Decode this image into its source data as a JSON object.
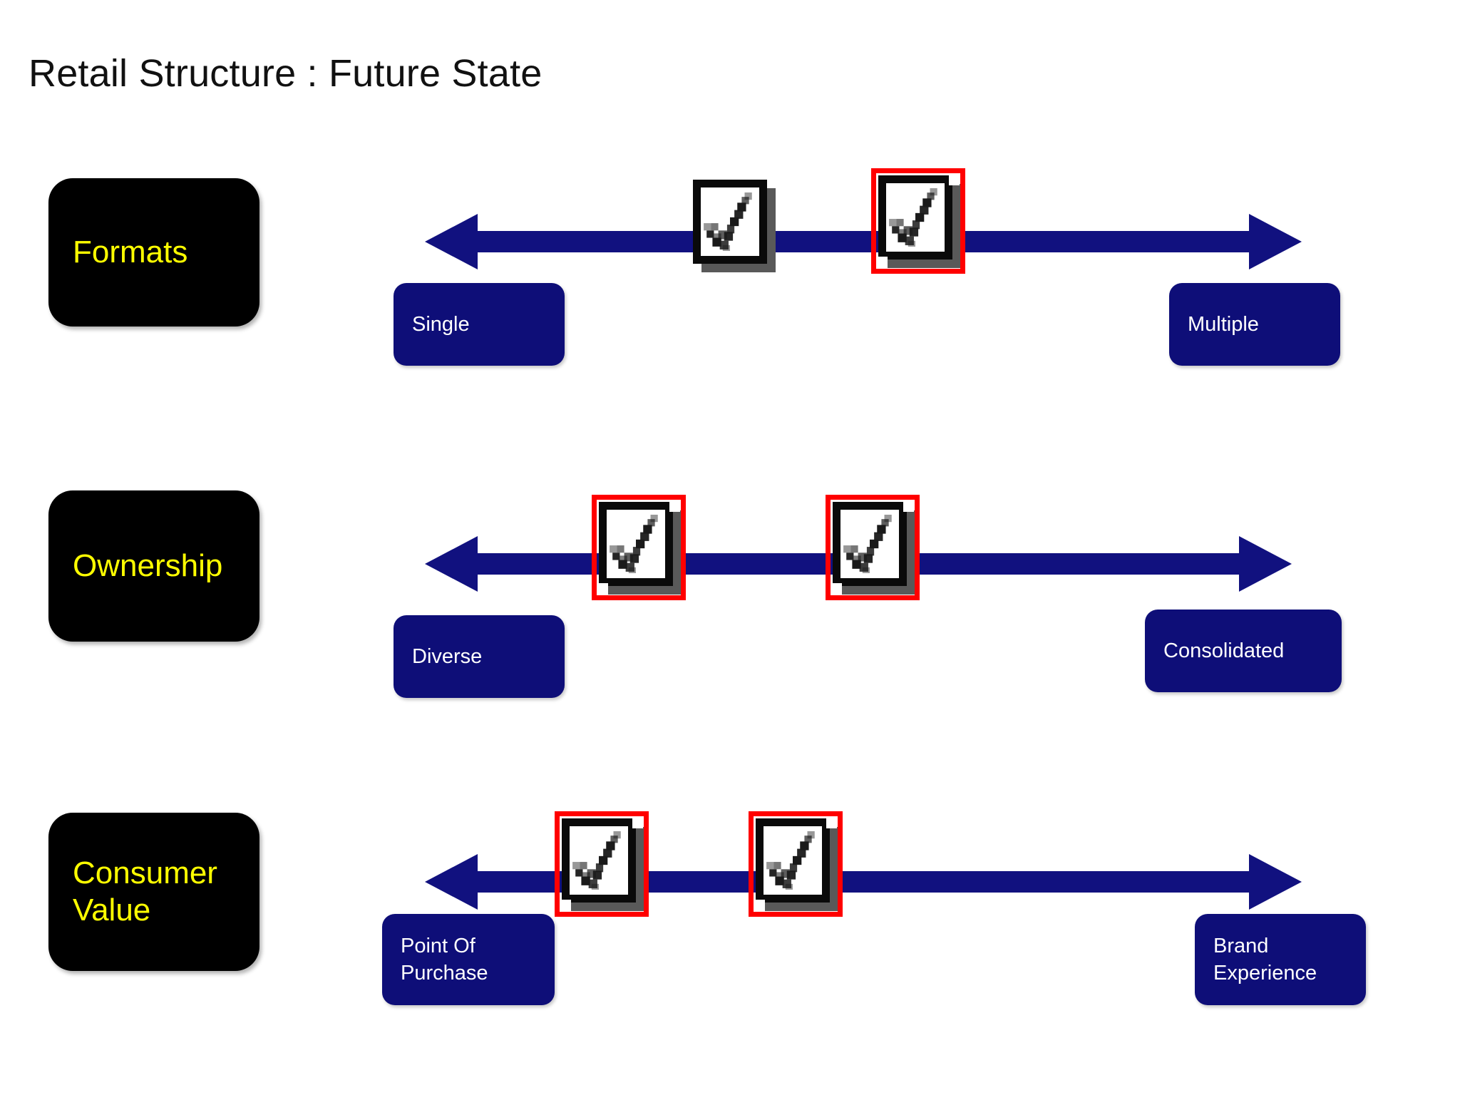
{
  "slide": {
    "title": "Retail Structure : Future State",
    "background_color": "#FFFFFF",
    "title_color": "#111111"
  },
  "theme": {
    "navy": "#0E0E78",
    "black": "#000000",
    "yellow": "#FFFF00",
    "red_highlight": "#FF0000",
    "white": "#FFFFFF",
    "shadow_gray": "#595959"
  },
  "rows": [
    {
      "category": "Formats",
      "left_label": "Single",
      "right_label": "Multiple",
      "markers": [
        {
          "icon": "checkmark-icon",
          "selected": false
        },
        {
          "icon": "checkmark-icon",
          "selected": true
        }
      ]
    },
    {
      "category": "Ownership",
      "left_label": "Diverse",
      "right_label": "Consolidated",
      "markers": [
        {
          "icon": "checkmark-icon",
          "selected": true
        },
        {
          "icon": "checkmark-icon",
          "selected": true
        }
      ]
    },
    {
      "category": "Consumer\nValue",
      "left_label": "Point Of\nPurchase",
      "right_label": "Brand\nExperience",
      "markers": [
        {
          "icon": "checkmark-icon",
          "selected": true
        },
        {
          "icon": "checkmark-icon",
          "selected": true
        }
      ]
    }
  ]
}
